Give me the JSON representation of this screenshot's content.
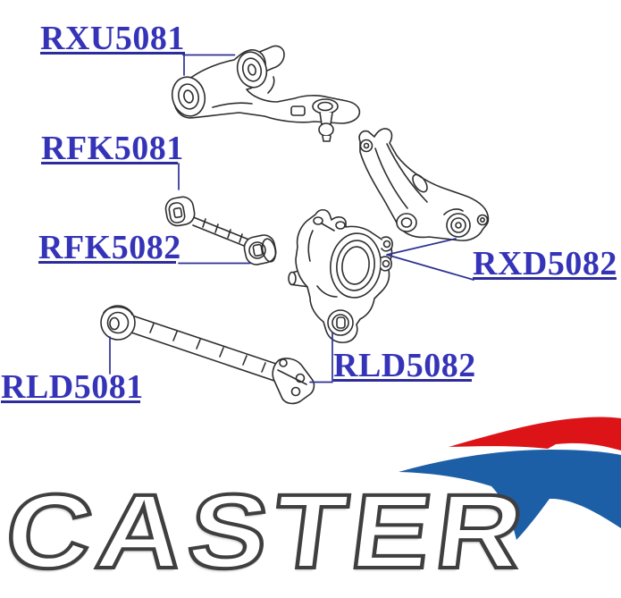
{
  "diagram": {
    "part_labels": [
      {
        "text": "RXU5081"
      },
      {
        "text": "RFK5081"
      },
      {
        "text": "RFK5082"
      },
      {
        "text": "RXD5082"
      },
      {
        "text": "RLD5081"
      },
      {
        "text": "RLD5082"
      }
    ],
    "label_text_color": "#3534b8",
    "underline_color": "#2c2c9c",
    "leader_line_color": "#2e3192",
    "drawing_line_color": "#2e2e2e",
    "drawings": [
      "upper-control-arm",
      "lateral-link",
      "trailing-arm",
      "hub-knuckle",
      "lower-control-arm"
    ]
  },
  "logo": {
    "brand": "CASTER",
    "swoosh_red": "#dc1418",
    "swoosh_blue": "#1d5fa6",
    "text_fill": "#ffffff",
    "text_outline_color": "#3f3f3f"
  }
}
